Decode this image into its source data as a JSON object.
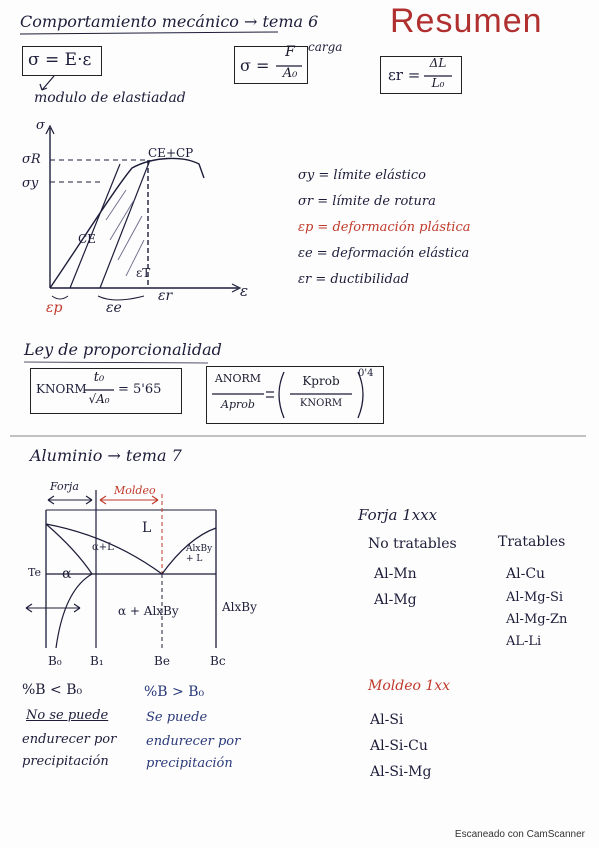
{
  "header": {
    "title": "Comportamiento mecánico → tema 6",
    "resumen": "Resumen"
  },
  "formulas_top": {
    "hooke": "σ = E·ε",
    "hooke_note": "modulo de elastiadad",
    "stress_lhs": "σ =",
    "stress_num": "F",
    "stress_den": "A₀",
    "stress_note": "carga",
    "strain_lhs": "εr =",
    "strain_num": "ΔL",
    "strain_den": "L₀"
  },
  "stress_strain": {
    "y_axis": "σ",
    "x_axis": "ε",
    "sigma_r": "σR",
    "sigma_y": "σy",
    "ce_cp": "CE+CP",
    "ce": "CE",
    "eps_t": "εT",
    "eps_p": "εp",
    "eps_e": "εe",
    "eps_r": "εr",
    "legend": [
      "σy = límite elástico",
      "σr = límite de rotura",
      "εp = deformación plástica",
      "εe = deformación elástica",
      "εr = ductibilidad"
    ]
  },
  "proportionality": {
    "title": "Ley de proporcionalidad",
    "k_lhs": "KNORM",
    "k_num": "t₀",
    "k_den": "√A₀",
    "k_rhs": "= 5'65",
    "a_num": "ANORM",
    "a_den": "Aprob",
    "k_prob": "Kprob",
    "k_norm": "KNORM",
    "exponent": "0'4"
  },
  "aluminium": {
    "title": "Aluminio → tema 7",
    "forja_label": "Forja",
    "moldeo_label": "Moldeo",
    "phase_l": "L",
    "phase_alpha_l": "α+L",
    "phase_alxby_l": "AlxBy + L",
    "phase_alpha": "α",
    "phase_mix": "α + AlxBy",
    "phase_alxby": "AlxBy",
    "te": "Te",
    "b0": "B₀",
    "b1": "B₁",
    "be": "Be",
    "bc": "Bc",
    "left_cond": "%B < B₀",
    "left_line1": "No se puede",
    "left_line2": "endurecer por",
    "left_line3": "precipitación",
    "right_cond": "%B > B₀",
    "right_line1": "Se puede",
    "right_line2": "endurecer por",
    "right_line3": "precipitación",
    "forja_title": "Forja 1xxx",
    "no_tratables": "No tratables",
    "tratables": "Tratables",
    "nt_items": [
      "Al-Mn",
      "Al-Mg"
    ],
    "t_items": [
      "Al-Cu",
      "Al-Mg-Si",
      "Al-Mg-Zn",
      "AL-Li"
    ],
    "moldeo_title": "Moldeo 1xx",
    "moldeo_items": [
      "Al-Si",
      "Al-Si-Cu",
      "Al-Si-Mg"
    ]
  },
  "footer": "Escaneado con CamScanner"
}
